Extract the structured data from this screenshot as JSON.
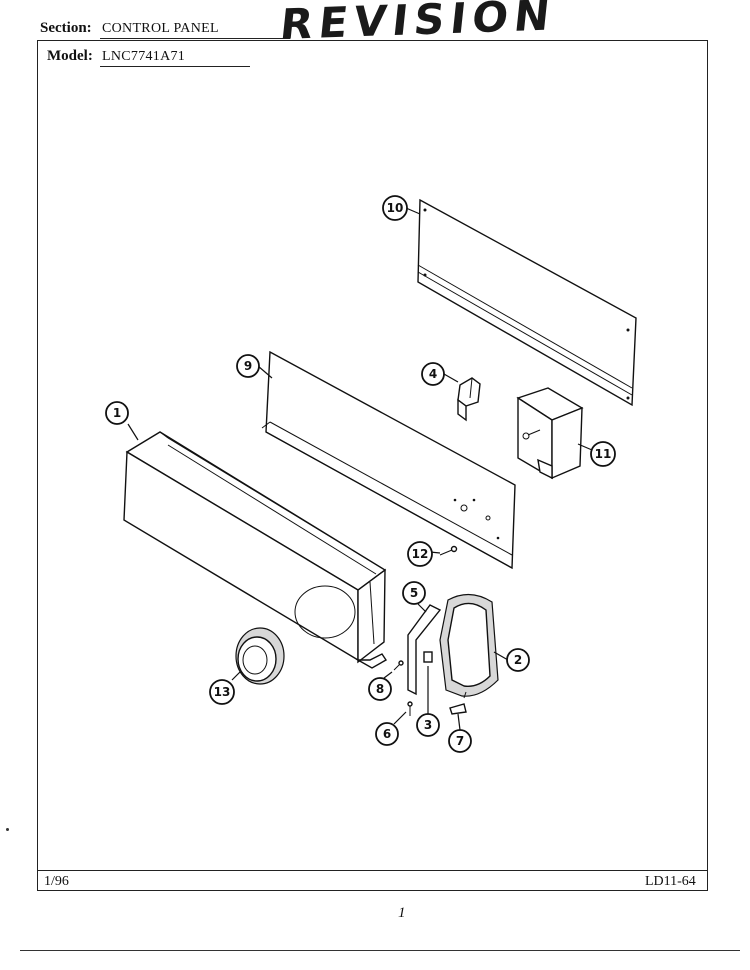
{
  "header": {
    "section_label": "Section:",
    "section_value": "CONTROL PANEL",
    "model_label": "Model:",
    "model_value": "LNC7741A71",
    "stamp_text": "REVISION"
  },
  "footer": {
    "date": "1/96",
    "code": "LD11-64",
    "page_mark": "1"
  },
  "callouts": [
    {
      "id": "1"
    },
    {
      "id": "2"
    },
    {
      "id": "3"
    },
    {
      "id": "4"
    },
    {
      "id": "5"
    },
    {
      "id": "6"
    },
    {
      "id": "7"
    },
    {
      "id": "8"
    },
    {
      "id": "9"
    },
    {
      "id": "10"
    },
    {
      "id": "11"
    },
    {
      "id": "12"
    },
    {
      "id": "13"
    }
  ]
}
